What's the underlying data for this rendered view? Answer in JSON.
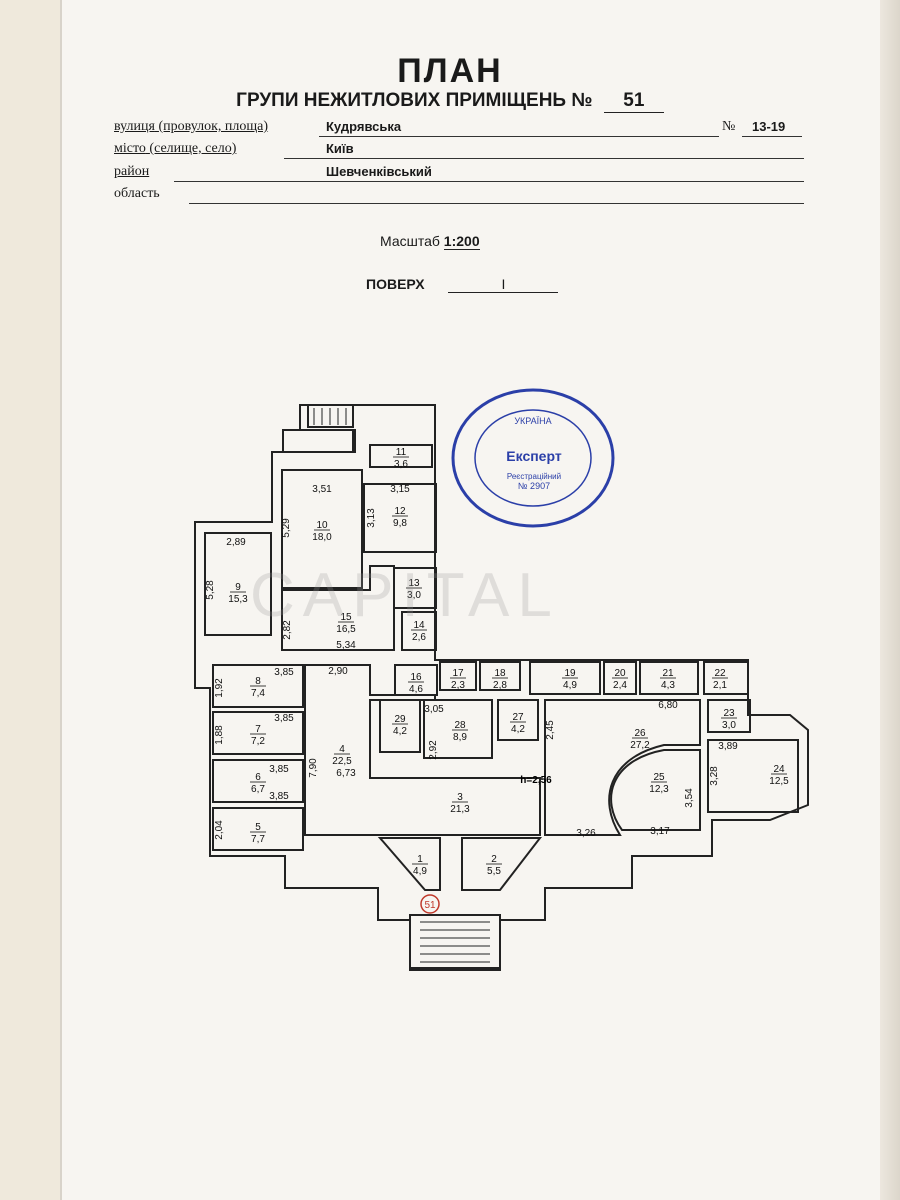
{
  "header": {
    "title": "ПЛАН",
    "subtitle": "ГРУПИ НЕЖИТЛОВИХ ПРИМІЩЕНЬ №",
    "group_number": "51"
  },
  "address": {
    "street_label": "вулиця",
    "street_label_rest": "(провулок, площа)",
    "street_value": "Кудрявська",
    "number_label": "№",
    "number_value": "13-19",
    "city_label": "місто",
    "city_label_rest": "(селище, село)",
    "city_value": "Київ",
    "district_label": "район",
    "district_value": "Шевченківський",
    "region_label": "область",
    "region_value": ""
  },
  "scale": {
    "label": "Масштаб",
    "value": "1:200"
  },
  "floor": {
    "label": "ПОВЕРХ",
    "value": "I"
  },
  "stamp": {
    "title": "Експерт",
    "reg": "Реєстраційний",
    "reg_num": "№ 2907",
    "top": "УКРАЇНА"
  },
  "watermark": "CAPITAL",
  "plan": {
    "rooms": [
      {
        "n": "1",
        "a": "4,9"
      },
      {
        "n": "2",
        "a": "5,5"
      },
      {
        "n": "3",
        "a": "21,3"
      },
      {
        "n": "4",
        "a": "22,5"
      },
      {
        "n": "5",
        "a": "7,7"
      },
      {
        "n": "6",
        "a": "6,7"
      },
      {
        "n": "7",
        "a": "7,2"
      },
      {
        "n": "8",
        "a": "7,4"
      },
      {
        "n": "9",
        "a": "15,3"
      },
      {
        "n": "10",
        "a": "18,0"
      },
      {
        "n": "11",
        "a": "3,6"
      },
      {
        "n": "12",
        "a": "9,8"
      },
      {
        "n": "13",
        "a": "3,0"
      },
      {
        "n": "14",
        "a": "2,6"
      },
      {
        "n": "15",
        "a": "16,5"
      },
      {
        "n": "16",
        "a": "4,6"
      },
      {
        "n": "17",
        "a": "2,3"
      },
      {
        "n": "18",
        "a": "2,8"
      },
      {
        "n": "19",
        "a": "4,9"
      },
      {
        "n": "20",
        "a": "2,4"
      },
      {
        "n": "21",
        "a": "4,3"
      },
      {
        "n": "22",
        "a": "2,1"
      },
      {
        "n": "23",
        "a": "3,0"
      },
      {
        "n": "24",
        "a": "12,5"
      },
      {
        "n": "25",
        "a": "12,3"
      },
      {
        "n": "26",
        "a": "27,2"
      },
      {
        "n": "27",
        "a": "4,2"
      },
      {
        "n": "28",
        "a": "8,9"
      },
      {
        "n": "29",
        "a": "4,2"
      }
    ],
    "dims": [
      "3,51",
      "3,15",
      "5,29",
      "3,13",
      "2,89",
      "5,28",
      "2,82",
      "5,34",
      "2,90",
      "3,85",
      "1,92",
      "3,85",
      "1,88",
      "7,90",
      "3,85",
      "3,85",
      "2,04",
      "3,05",
      "2,92",
      "6,73",
      "2,45",
      "6,80",
      "3,89",
      "3,28",
      "3,54",
      "3,26",
      "3,17"
    ],
    "height_note": "h=2,56",
    "entrance_mark": "51"
  }
}
